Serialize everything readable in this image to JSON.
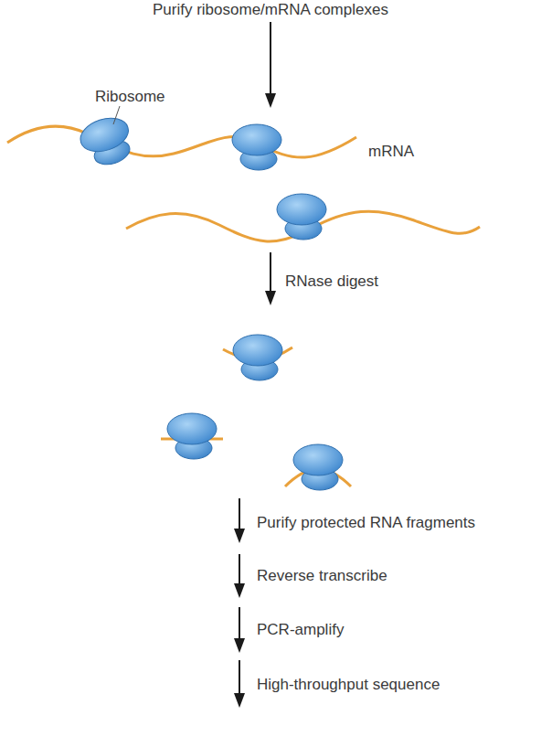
{
  "diagram": {
    "labels": [
      "Purify ribosome/mRNA complexes",
      "Ribosome",
      "mRNA",
      "RNase digest",
      "Purify protected RNA fragments",
      "Reverse transcribe",
      "PCR-amplify",
      "High-throughput sequence"
    ]
  }
}
